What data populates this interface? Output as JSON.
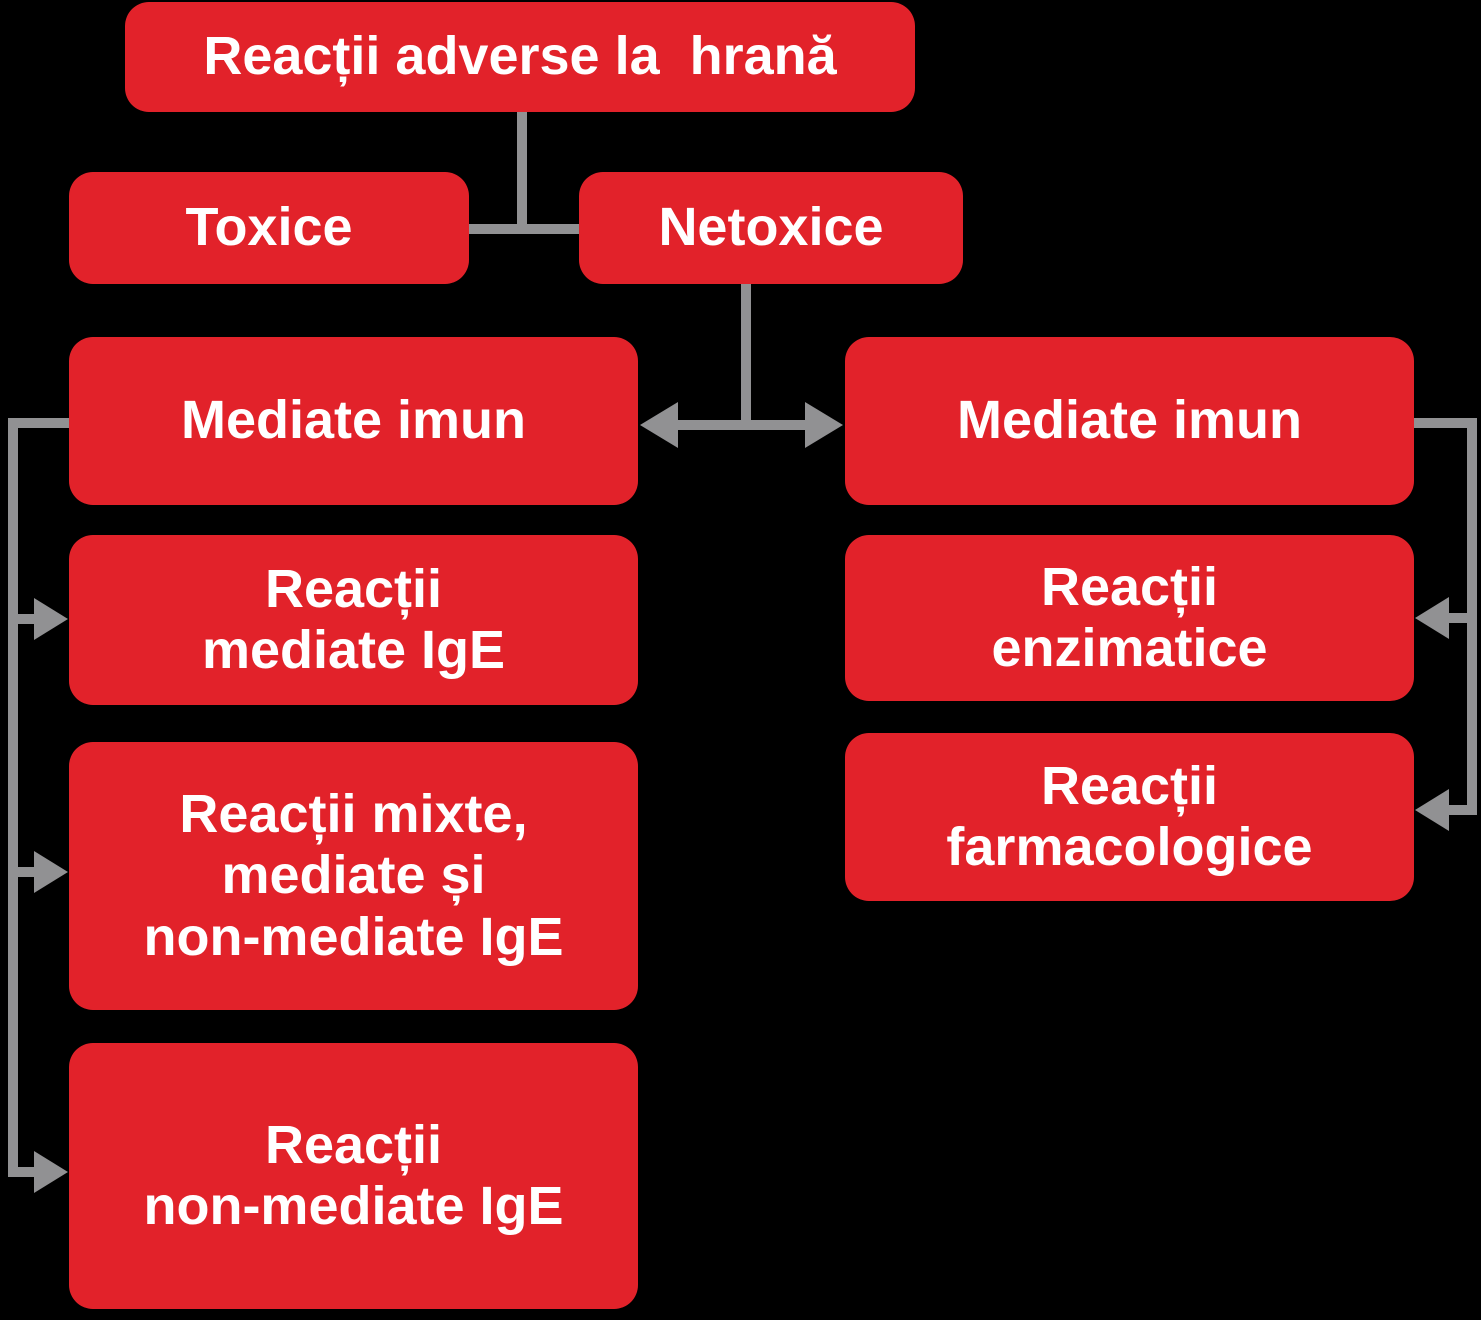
{
  "diagram": {
    "title": "Reacții adverse la hrană - flowchart",
    "colors": {
      "background": "#000000",
      "box": "#E2222A",
      "text": "#FFFFFF",
      "line": "#919193"
    },
    "nodes": {
      "root": {
        "label": "Reacții adverse la  hrană"
      },
      "toxice": {
        "label": "Toxice"
      },
      "netoxice": {
        "label": "Netoxice"
      },
      "mediate_imun_left": {
        "label": "Mediate imun"
      },
      "mediate_imun_right": {
        "label": "Mediate imun"
      },
      "reactii_mediate_ige": {
        "label": "Reacții\nmediate IgE"
      },
      "reactii_enzimatice": {
        "label": "Reacții\nenzimatice"
      },
      "reactii_mixte": {
        "label": "Reacții mixte,\nmediate și\nnon-mediate IgE"
      },
      "reactii_farmacologice": {
        "label": "Reacții\nfarmacologice"
      },
      "reactii_non_mediate_ige": {
        "label": "Reacții\nnon-mediate IgE"
      }
    },
    "edges": [
      "root -> (toxice, netoxice)",
      "netoxice -> mediate_imun_left (arrow)",
      "netoxice -> mediate_imun_right (arrow)",
      "mediate_imun_left -> reactii_mediate_ige (arrow)",
      "mediate_imun_left -> reactii_mixte (arrow)",
      "mediate_imun_left -> reactii_non_mediate_ige (arrow)",
      "mediate_imun_right -> reactii_enzimatice (arrow)",
      "mediate_imun_right -> reactii_farmacologice (arrow)"
    ]
  }
}
